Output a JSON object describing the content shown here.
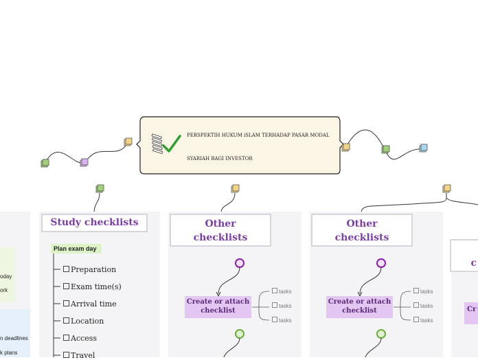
{
  "central": {
    "line1": "PERSPEKTIH HUKUM iSLAM TERHADAP PASAR MODAL",
    "line2": "SYARIAH BAGI INVESTOR",
    "icon": "checklist-icon"
  },
  "columns": [
    {
      "title": "Study checklists",
      "tag": "Plan exam day",
      "items": [
        "Preparation",
        "Exam time(s)",
        "Arrival time",
        "Location",
        "Access",
        "Travel"
      ]
    },
    {
      "title_line1": "Other",
      "title_line2": "checklists",
      "create": "Create or attach checklist",
      "tasks": [
        "tasks",
        "tasks",
        "tasks"
      ]
    },
    {
      "title_line1": "Other",
      "title_line2": "checklists",
      "create": "Create or attach checklist",
      "tasks": [
        "tasks",
        "tasks",
        "tasks"
      ]
    }
  ],
  "left_partial": {
    "texts": [
      "oday",
      "ork",
      "n deadlines",
      "k plans"
    ]
  },
  "right_partial": {
    "title_fragment": "c",
    "create_fragment": "Cr"
  },
  "colors": {
    "purple_node": "#8a1aa8",
    "green_node": "#6cab3d",
    "create_bg": "#e3c6f2",
    "title_text": "#7b3fa8",
    "central_bg": "#fbf5e6"
  }
}
